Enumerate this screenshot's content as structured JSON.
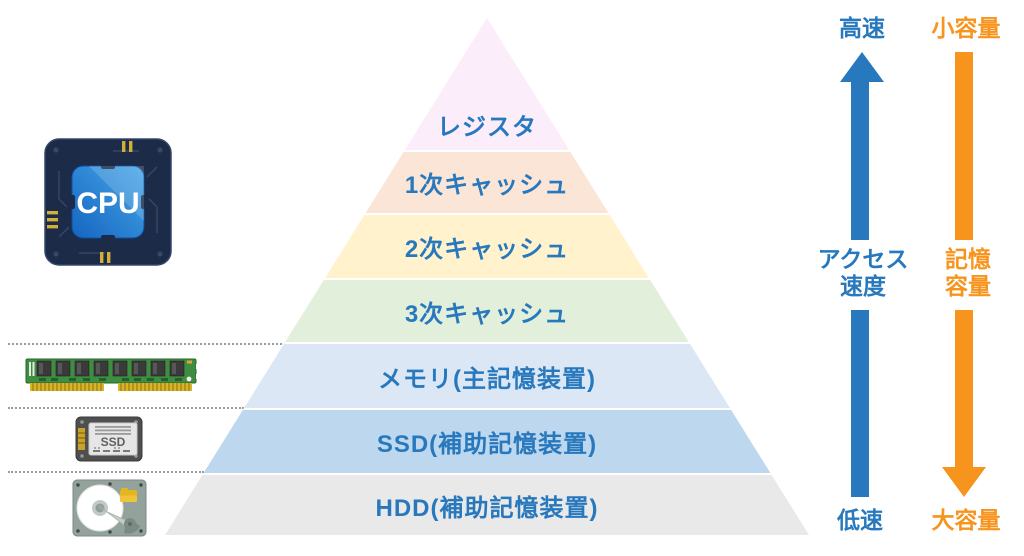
{
  "pyramid": {
    "label_color": "#2878bd",
    "sections": [
      {
        "label": "レジスタ",
        "color": "#fcedfa"
      },
      {
        "label": "1次キャッシュ",
        "color": "#fbe5d6"
      },
      {
        "label": "2次キャッシュ",
        "color": "#fff2cc"
      },
      {
        "label": "3次キャッシュ",
        "color": "#e2efda"
      },
      {
        "label": "メモリ(主記憶装置)",
        "color": "#dbe7f5"
      },
      {
        "label": "SSD(補助記憶装置)",
        "color": "#bdd7ee"
      },
      {
        "label": "HDD(補助記憶装置)",
        "color": "#e9e9e9"
      }
    ]
  },
  "left_icons": {
    "cpu_label": "CPU",
    "ssd_label": "SSD"
  },
  "speed_axis": {
    "color": "#2878bd",
    "top": "高速",
    "middle_line1": "アクセス",
    "middle_line2": "速度",
    "bottom": "低速",
    "direction": "up"
  },
  "capacity_axis": {
    "color": "#f7941d",
    "top": "小容量",
    "middle_line1": "記憶",
    "middle_line2": "容量",
    "bottom": "大容量",
    "direction": "down"
  }
}
